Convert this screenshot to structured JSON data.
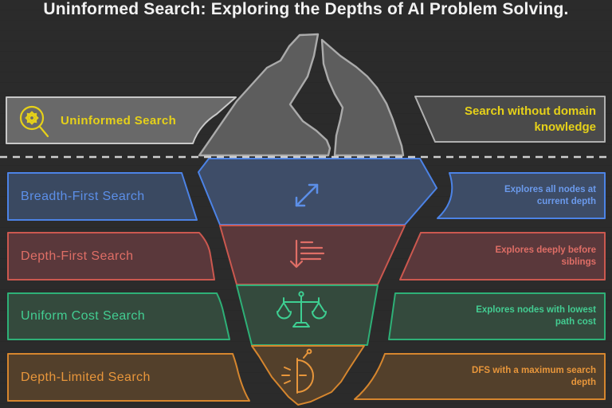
{
  "title": "Uninformed Search: Exploring the Depths of AI Problem Solving.",
  "colors": {
    "background": "#2b2b2b",
    "iceberg_gray": "#5d5d5d",
    "yellow": "#e6d119",
    "blue": "#4c83e6",
    "red": "#cc584f",
    "green": "#2eb077",
    "orange": "#d6862e",
    "waterline_dash": "#cfcfcf"
  },
  "rows": [
    {
      "id": "uninformed",
      "label": "Uninformed Search",
      "description": "Search without domain knowledge",
      "color": "#e6d119",
      "icon": "gear-magnifier-icon"
    },
    {
      "id": "breadth-first",
      "label": "Breadth-First Search",
      "description": "Explores all nodes at current depth",
      "color": "#5c8fe8",
      "icon": "expand-arrows-icon"
    },
    {
      "id": "depth-first",
      "label": "Depth-First Search",
      "description": "Explores deeply before siblings",
      "color": "#df6e66",
      "icon": "arrow-down-list-icon"
    },
    {
      "id": "uniform-cost",
      "label": "Uniform Cost Search",
      "description": "Explores nodes with lowest path cost",
      "color": "#43cd92",
      "icon": "balance-scale-icon"
    },
    {
      "id": "depth-limited",
      "label": "Depth-Limited Search",
      "description": "DFS with a maximum search depth",
      "color": "#e8963b",
      "icon": "stopwatch-icon"
    }
  ]
}
